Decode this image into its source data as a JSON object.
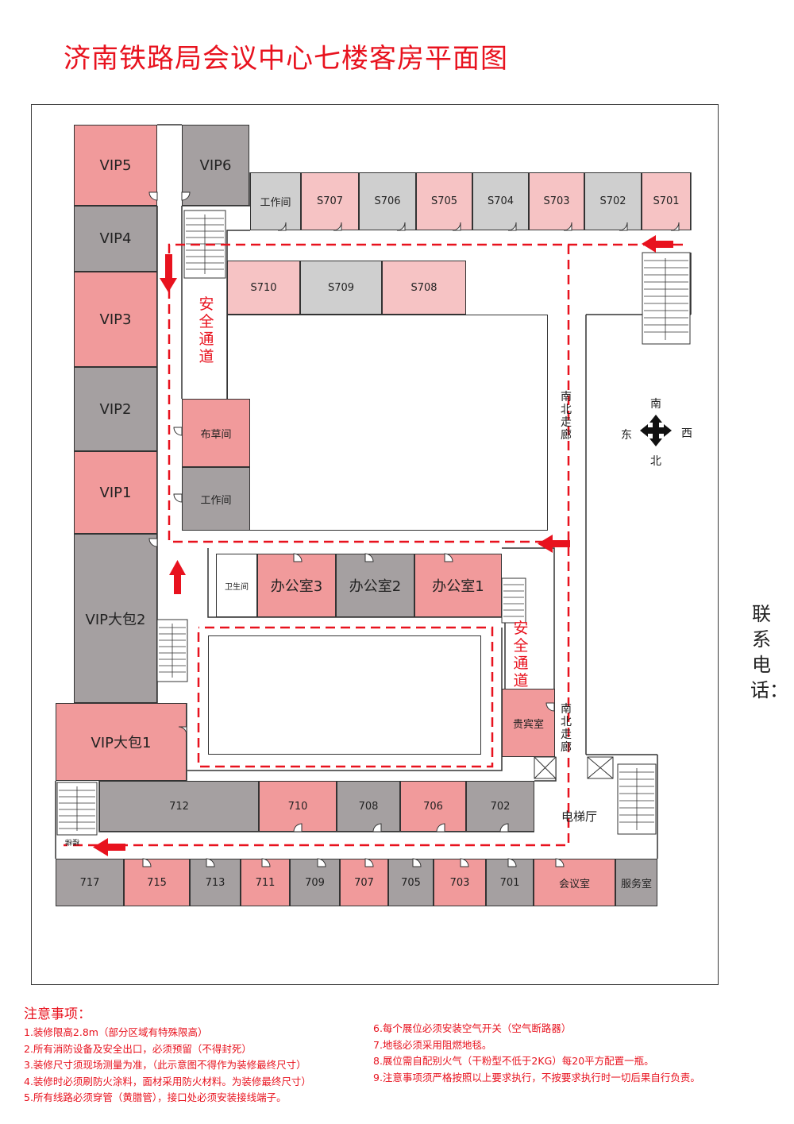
{
  "title": "济南铁路局会议中心七楼客房平面图",
  "rooms": {
    "vip5": "VIP5",
    "vip6": "VIP6",
    "vip4": "VIP4",
    "vip3": "VIP3",
    "vip2": "VIP2",
    "vip1": "VIP1",
    "vip_big2": "VIP大包2",
    "vip_big1": "VIP大包1",
    "workroom_top": "工作间",
    "s707": "S707",
    "s706": "S706",
    "s705": "S705",
    "s704": "S704",
    "s703": "S703",
    "s702": "S702",
    "s701": "S701",
    "s710": "S710",
    "s709": "S709",
    "s708": "S708",
    "linen": "布草间",
    "workroom_left": "工作间",
    "restroom": "卫生间",
    "office3": "办公室3",
    "office2": "办公室2",
    "office1": "办公室1",
    "vip_lounge": "贵宾室",
    "r712": "712",
    "r710": "710",
    "r708": "708",
    "r706": "706",
    "r702": "702",
    "r717": "717",
    "r715": "715",
    "r713": "713",
    "r711": "711",
    "r709": "709",
    "r707": "707",
    "r705": "705",
    "r703": "703",
    "r701": "701",
    "meeting": "会议室",
    "service": "服务室"
  },
  "labels": {
    "safety_left": "安全通道",
    "safety_mid": "安全通道",
    "corridor_upper": "南北走廊",
    "corridor_lower": "南北走廊",
    "elevator_hall": "电梯厅",
    "stairs": "楼梯",
    "compass": {
      "south": "南",
      "east": "东",
      "west": "西",
      "north": "北"
    },
    "contact": "联系电话："
  },
  "colors": {
    "accent_red": "#e8121e",
    "room_pink": "#f19a9b",
    "room_gray": "#a5a0a1"
  },
  "notes": {
    "heading": "注意事项：",
    "items": [
      "1.装修限高2.8m（部分区域有特殊限高）",
      "2.所有消防设备及安全出口，必须预留（不得封死）",
      "3.装修尺寸须现场测量为准，（此示意图不得作为装修最终尺寸）",
      "4.装修时必须刷防火涂料，面材采用防火材料。为装修最终尺寸）",
      "5.所有线路必须穿管（黄腊管），接口处必须安装接线端子。",
      "6.每个展位必须安装空气开关（空气断路器）",
      "7.地毯必须采用阻燃地毯。",
      "8.展位需自配别火气（干粉型不低于2KG）每20平方配置一瓶。",
      "9.注意事项须严格按照以上要求执行，不按要求执行时一切后果自行负责。"
    ]
  }
}
